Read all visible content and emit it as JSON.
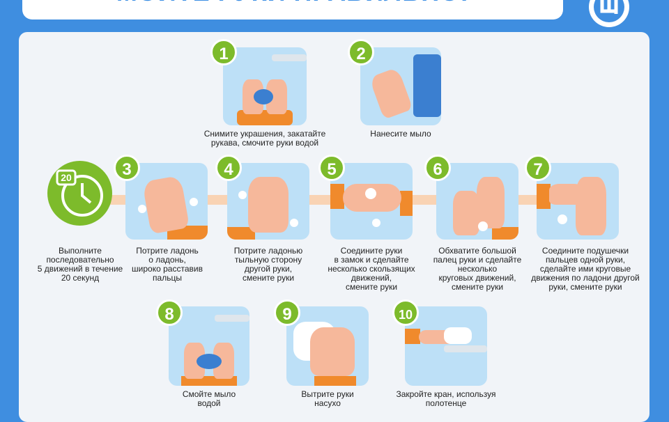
{
  "title": "МОЙТЕ РУКИ ПРАВИЛЬНО!",
  "logo_icon": "speech-bubble-logo-icon",
  "colors": {
    "background": "#3f8ee0",
    "badge": "#7dbb2b",
    "card": "#bde0f7",
    "sleeve": "#f08a2c",
    "skin": "#f6b89b"
  },
  "timer": {
    "number": "20",
    "icon": "stopwatch-icon",
    "caption": [
      "Выполните",
      "последовательно",
      "5 движений в течение",
      "20 секунд"
    ]
  },
  "steps": [
    {
      "number": "1",
      "caption": [
        "Снимите украшения, закатайте",
        "рукава, смочите руки водой"
      ]
    },
    {
      "number": "2",
      "caption": [
        "Нанесите мыло"
      ]
    },
    {
      "number": "3",
      "caption": [
        "Потрите ладонь",
        "о ладонь,",
        "широко расставив",
        "пальцы"
      ]
    },
    {
      "number": "4",
      "caption": [
        "Потрите ладонью",
        "тыльную сторону",
        "другой руки,",
        "смените руки"
      ]
    },
    {
      "number": "5",
      "caption": [
        "Соедините руки",
        "в замок и сделайте",
        "несколько скользящих",
        "движений,",
        "смените руки"
      ]
    },
    {
      "number": "6",
      "caption": [
        "Обхватите большой",
        "палец руки и сделайте",
        "несколько",
        "круговых движений,",
        "смените руки"
      ]
    },
    {
      "number": "7",
      "caption": [
        "Соедините подушечки",
        "пальцев одной руки,",
        "сделайте ими круговые",
        "движения по ладони другой",
        "руки, смените руки"
      ]
    },
    {
      "number": "8",
      "caption": [
        "Смойте мыло",
        "водой"
      ]
    },
    {
      "number": "9",
      "caption": [
        "Вытрите руки",
        "насухо"
      ]
    },
    {
      "number": "10",
      "caption": [
        "Закройте кран, используя",
        "полотенце"
      ]
    }
  ]
}
